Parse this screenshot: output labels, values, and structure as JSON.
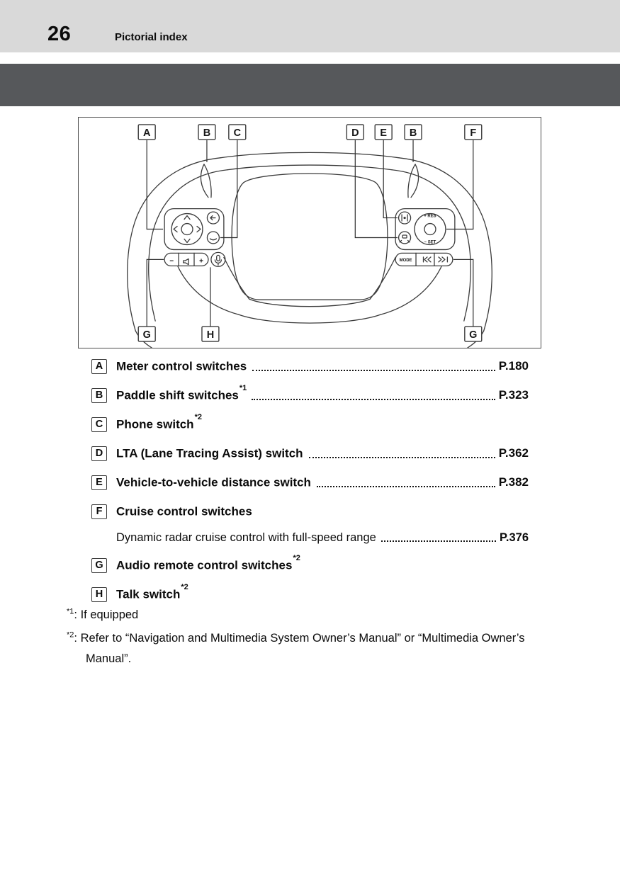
{
  "page": {
    "number": "26",
    "section_title": "Pictorial index"
  },
  "figure": {
    "callouts": [
      "A",
      "B",
      "C",
      "D",
      "E",
      "B",
      "F",
      "G",
      "H",
      "G"
    ],
    "controls": {
      "mode": "MODE",
      "volume_minus": "−",
      "volume_plus": "+",
      "res": "+ RES",
      "set": "− SET"
    }
  },
  "index_items": [
    {
      "label": "A",
      "text": "Meter control switches",
      "sup": "",
      "page": "P.180"
    },
    {
      "label": "B",
      "text": "Paddle shift switches",
      "sup": "*1",
      "page": "P.323"
    },
    {
      "label": "C",
      "text": "Phone switch",
      "sup": "*2",
      "page": ""
    },
    {
      "label": "D",
      "text": "LTA (Lane Tracing Assist) switch",
      "sup": "",
      "page": "P.362"
    },
    {
      "label": "E",
      "text": "Vehicle-to-vehicle distance switch",
      "sup": "",
      "page": "P.382"
    },
    {
      "label": "F",
      "text": "Cruise control switches",
      "sup": "",
      "page": "",
      "subitem": {
        "text": "Dynamic radar cruise control with full-speed range",
        "page": "P.376"
      }
    },
    {
      "label": "G",
      "text": "Audio remote control switches",
      "sup": "*2",
      "page": ""
    },
    {
      "label": "H",
      "text": "Talk switch",
      "sup": "*2",
      "page": ""
    }
  ],
  "footnotes": [
    {
      "marker": "*1",
      "text": ": If equipped"
    },
    {
      "marker": "*2",
      "text": ": Refer to “Navigation and Multimedia System Owner’s Manual” or “Multimedia Owner’s Manual”."
    }
  ]
}
